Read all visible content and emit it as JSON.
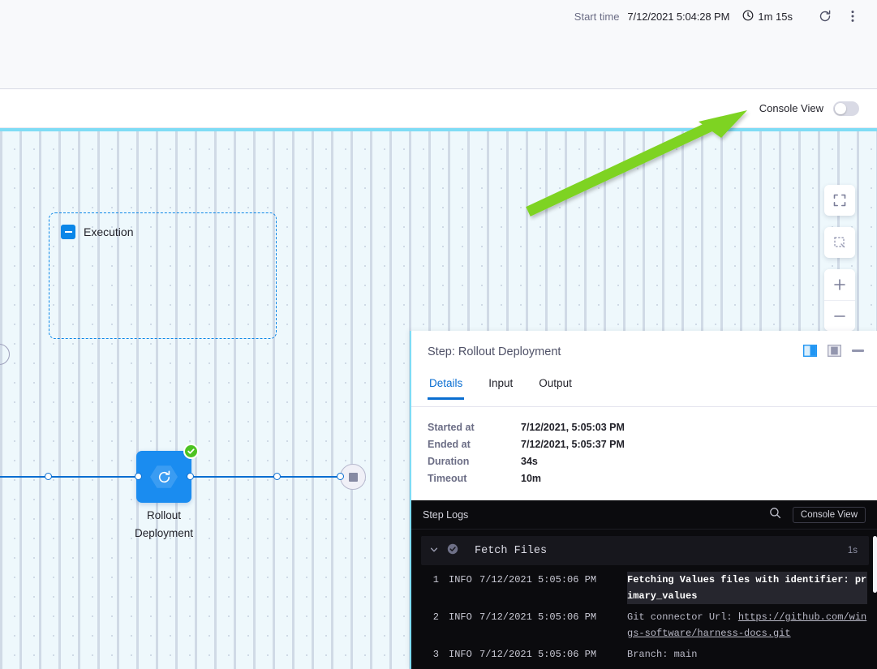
{
  "header": {
    "start_time_label": "Start time",
    "start_time_value": "7/12/2021 5:04:28 PM",
    "duration": "1m 15s",
    "clock_icon": "clock-icon",
    "refresh_icon": "refresh-icon",
    "more_icon": "more-vertical-icon"
  },
  "console_bar": {
    "toggle_label": "Console View",
    "toggle_on": false
  },
  "canvas": {
    "controls": [
      {
        "name": "fit-to-screen-button",
        "icon": "fit-screen-icon"
      },
      {
        "name": "zoom-to-selection-button",
        "icon": "selection-box-icon"
      },
      {
        "name": "zoom-in-button",
        "icon": "plus-icon"
      },
      {
        "name": "zoom-out-button",
        "icon": "minus-icon"
      }
    ],
    "grid_color": "#eef8fc",
    "top_border_color": "#7fdcf5"
  },
  "graph": {
    "group_label": "Execution",
    "step_name_line1": "Rollout",
    "step_name_line2": "Deployment",
    "step_icon": "rollout-refresh-icon",
    "status_icon": "success-check-icon",
    "status_color": "#4dc323",
    "node_color": "#1a8cf0",
    "end_node_icon": "stop-square-icon"
  },
  "annotation": {
    "arrow_color": "#7ed321",
    "points_to": "Console View"
  },
  "step_panel": {
    "title": "Step: Rollout Deployment",
    "actions": [
      {
        "name": "split-view-left-button",
        "icon": "panel-left-icon",
        "active": true
      },
      {
        "name": "split-view-right-button",
        "icon": "panel-right-icon",
        "active": false
      },
      {
        "name": "minimize-panel-button",
        "icon": "minimize-icon",
        "active": false
      }
    ],
    "tabs": [
      {
        "label": "Details",
        "active": true
      },
      {
        "label": "Input",
        "active": false
      },
      {
        "label": "Output",
        "active": false
      }
    ],
    "details": [
      {
        "key": "Started at",
        "value": "7/12/2021, 5:05:03 PM"
      },
      {
        "key": "Ended at",
        "value": "7/12/2021, 5:05:37 PM"
      },
      {
        "key": "Duration",
        "value": "34s"
      },
      {
        "key": "Timeout",
        "value": "10m"
      }
    ]
  },
  "logs": {
    "title": "Step Logs",
    "search_icon": "search-icon",
    "console_view_button": "Console View",
    "section": {
      "name": "Fetch Files",
      "duration": "1s",
      "status_icon": "check-circle-icon",
      "chevron_icon": "chevron-down-icon",
      "expanded": true
    },
    "lines": [
      {
        "num": "1",
        "level": "INFO",
        "time": "7/12/2021 5:05:06 PM",
        "message": "Fetching Values files with identifier: primary_values",
        "highlighted": true
      },
      {
        "num": "2",
        "level": "INFO",
        "time": "7/12/2021 5:05:06 PM",
        "message": "Git connector Url: https://github.com/wings-software/harness-docs.git",
        "highlighted": false
      },
      {
        "num": "3",
        "level": "INFO",
        "time": "7/12/2021 5:05:06 PM",
        "message": "Branch: main",
        "highlighted": false
      }
    ]
  }
}
